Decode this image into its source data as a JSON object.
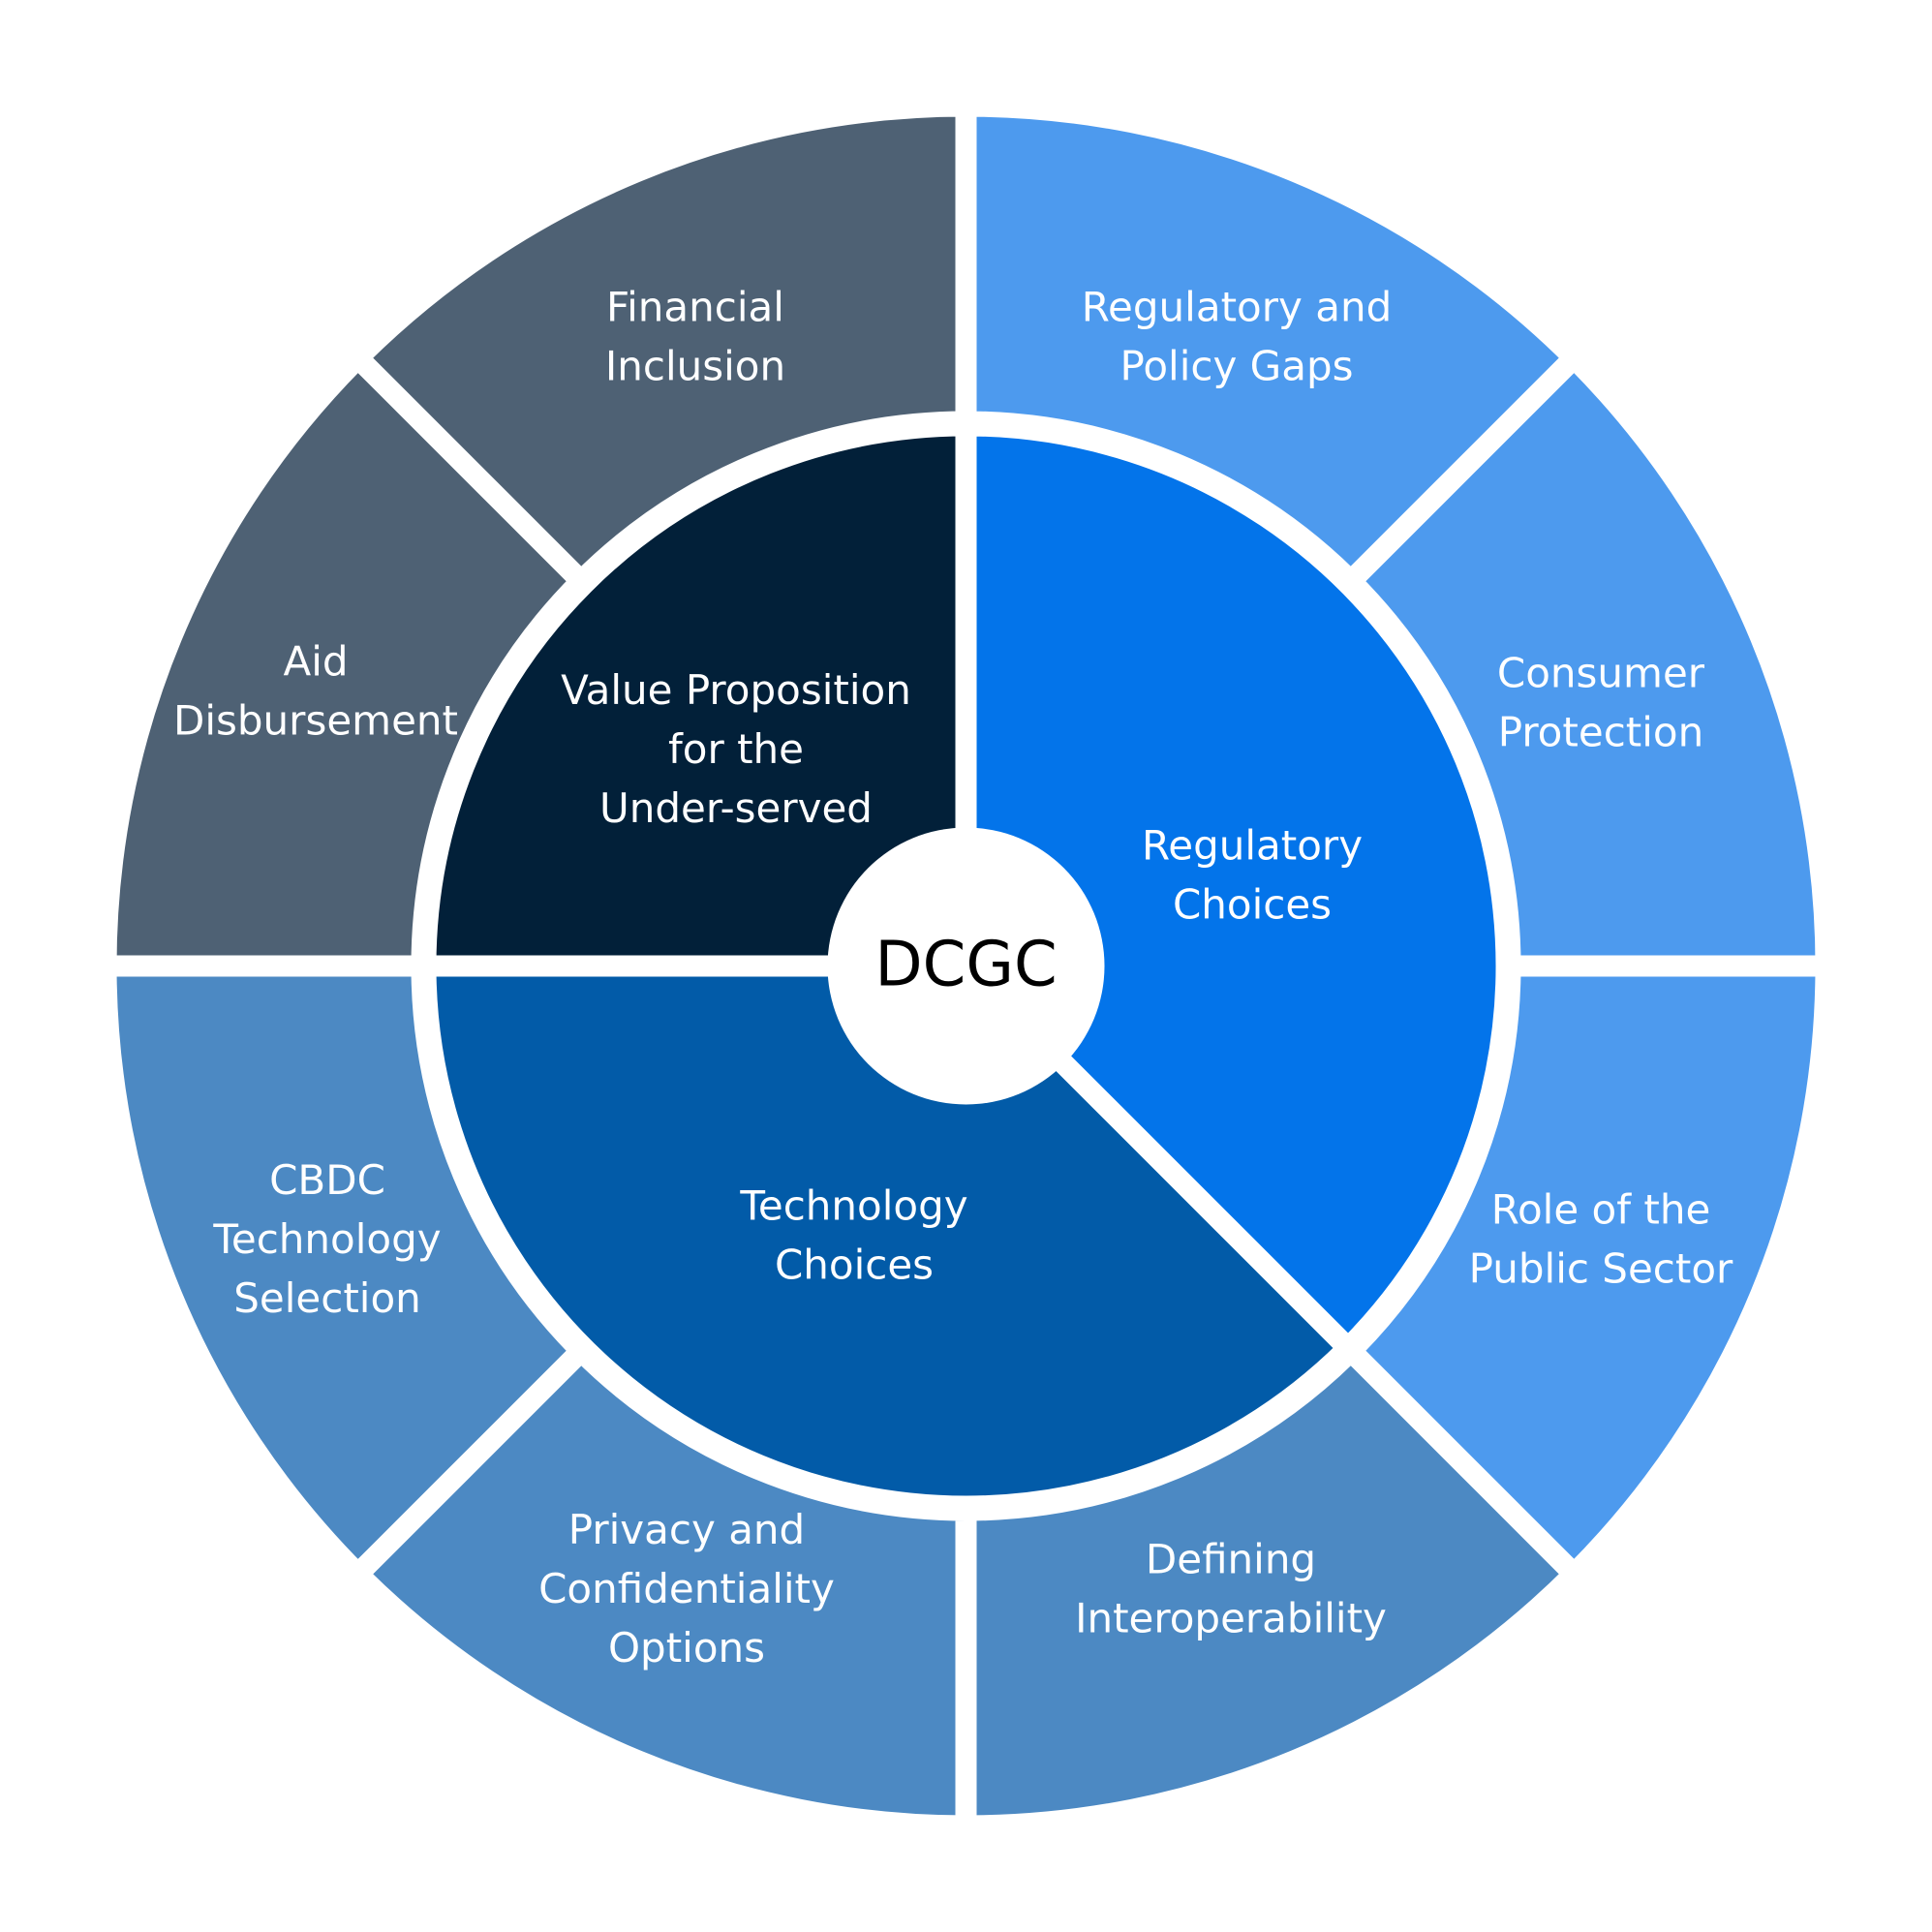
{
  "center": {
    "label": "DCGC",
    "color": "#ffffff"
  },
  "inner_segments": [
    {
      "id": "value-proposition",
      "lines": [
        "Value Proposition",
        "for the",
        "Under-served"
      ],
      "color": "#022039"
    },
    {
      "id": "regulatory-choices",
      "lines": [
        "Regulatory",
        "Choices"
      ],
      "color": "#0374EA"
    },
    {
      "id": "technology-choices",
      "lines": [
        "Technology",
        "Choices"
      ],
      "color": "#025BA8"
    }
  ],
  "outer_segments": [
    {
      "id": "financial-inclusion",
      "lines": [
        "Financial",
        "Inclusion"
      ],
      "color": "#4E6174"
    },
    {
      "id": "regulatory-policy-gaps",
      "lines": [
        "Regulatory and",
        "Policy Gaps"
      ],
      "color": "#4D9AEE"
    },
    {
      "id": "consumer-protection",
      "lines": [
        "Consumer",
        "Protection"
      ],
      "color": "#4D9AEE"
    },
    {
      "id": "role-public-sector",
      "lines": [
        "Role of the",
        "Public Sector"
      ],
      "color": "#4D9AEE"
    },
    {
      "id": "defining-interoperability",
      "lines": [
        "Defining",
        "Interoperability"
      ],
      "color": "#4C89C3"
    },
    {
      "id": "privacy-confidentiality",
      "lines": [
        "Privacy and",
        "Confidentiality",
        "Options"
      ],
      "color": "#4C89C3"
    },
    {
      "id": "cbdc-technology-selection",
      "lines": [
        "CBDC",
        "Technology",
        "Selection"
      ],
      "color": "#4C89C3"
    },
    {
      "id": "aid-disbursement",
      "lines": [
        "Aid",
        "Disbursement"
      ],
      "color": "#4E6174"
    }
  ]
}
